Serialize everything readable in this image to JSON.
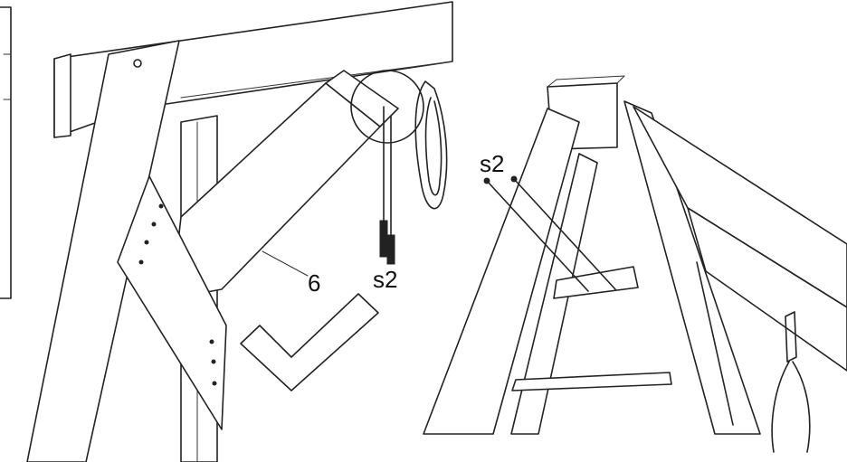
{
  "labels": {
    "part_number": "6",
    "bolt_left": "s2",
    "bolt_right": "s2"
  },
  "colors": {
    "line": "#222222",
    "background": "#ffffff"
  },
  "icons": {
    "check": "checkmark-outline-icon",
    "detail": "magnify-circle-icon"
  }
}
